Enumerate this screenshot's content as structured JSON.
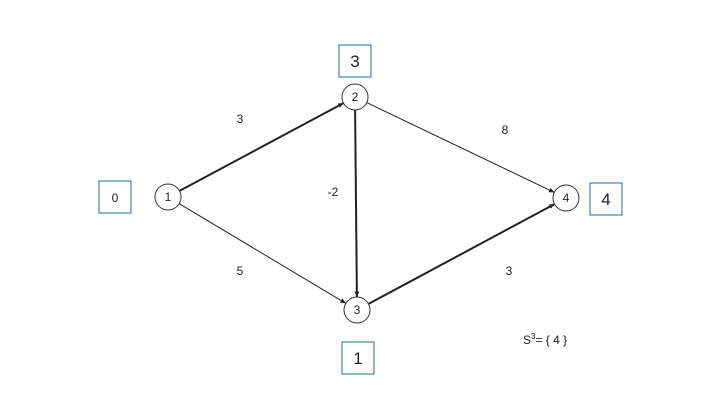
{
  "nodes": [
    {
      "id": "1",
      "label": "1",
      "distance": "0"
    },
    {
      "id": "2",
      "label": "2",
      "distance": "3"
    },
    {
      "id": "3",
      "label": "3",
      "distance": "1"
    },
    {
      "id": "4",
      "label": "4",
      "distance": "4"
    }
  ],
  "edges": [
    {
      "from": "1",
      "to": "2",
      "weight": "3",
      "bold": true
    },
    {
      "from": "1",
      "to": "3",
      "weight": "5",
      "bold": false
    },
    {
      "from": "2",
      "to": "3",
      "weight": "-2",
      "bold": true
    },
    {
      "from": "2",
      "to": "4",
      "weight": "8",
      "bold": false
    },
    {
      "from": "3",
      "to": "4",
      "weight": "3",
      "bold": true
    }
  ],
  "set_label": {
    "prefix": "S",
    "superscript": "3",
    "rest": "= { 4 }"
  },
  "colors": {
    "box_border": "#1f6f96",
    "node_stroke": "#333333",
    "edge": "#222222",
    "text": "#222222"
  }
}
